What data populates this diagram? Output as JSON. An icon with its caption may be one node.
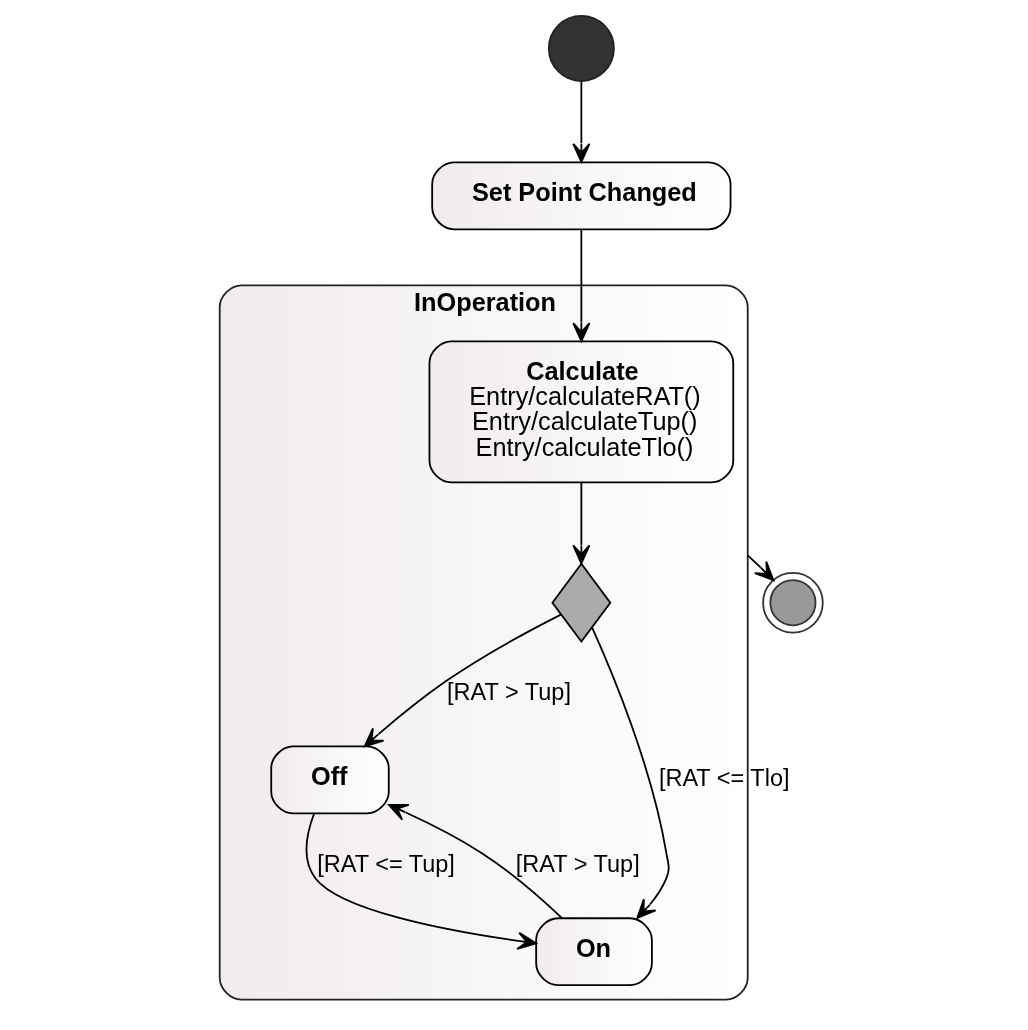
{
  "diagram": {
    "nodes": [
      {
        "text": [],
        "shape": "circle"
      },
      {
        "text": [
          "Set Point Changed"
        ]
      },
      {
        "text": [
          "InOperation"
        ]
      },
      {
        "text": [
          "Calculate",
          "Entry/calculateRAT()",
          "Entry/calculateTup()",
          "Entry/calculateTlo()"
        ],
        "in": 2
      },
      {
        "text": [],
        "shape": "diamond",
        "in": 2
      },
      {
        "text": [
          "Off"
        ],
        "in": 2
      },
      {
        "text": [
          "On"
        ],
        "in": 2
      },
      {
        "text": [],
        "shape": "circle"
      }
    ],
    "edges": [
      {
        "from": 0,
        "to": 1,
        "arrow": "to"
      },
      {
        "from": 1,
        "to": 3,
        "arrow": "to"
      },
      {
        "from": 3,
        "to": 4,
        "arrow": "to"
      },
      {
        "from": 4,
        "to": 5,
        "arrow": "to",
        "label": "[RAT > Tup]"
      },
      {
        "from": 4,
        "to": 6,
        "arrow": "to",
        "label": "[RAT <= Tlo]"
      },
      {
        "from": 6,
        "to": 5,
        "arrow": "to",
        "label": "[RAT > Tup]"
      },
      {
        "from": 5,
        "to": 6,
        "arrow": "to",
        "label": "[RAT <= Tup]"
      },
      {
        "from": 2,
        "to": 7,
        "arrow": "to"
      }
    ]
  }
}
